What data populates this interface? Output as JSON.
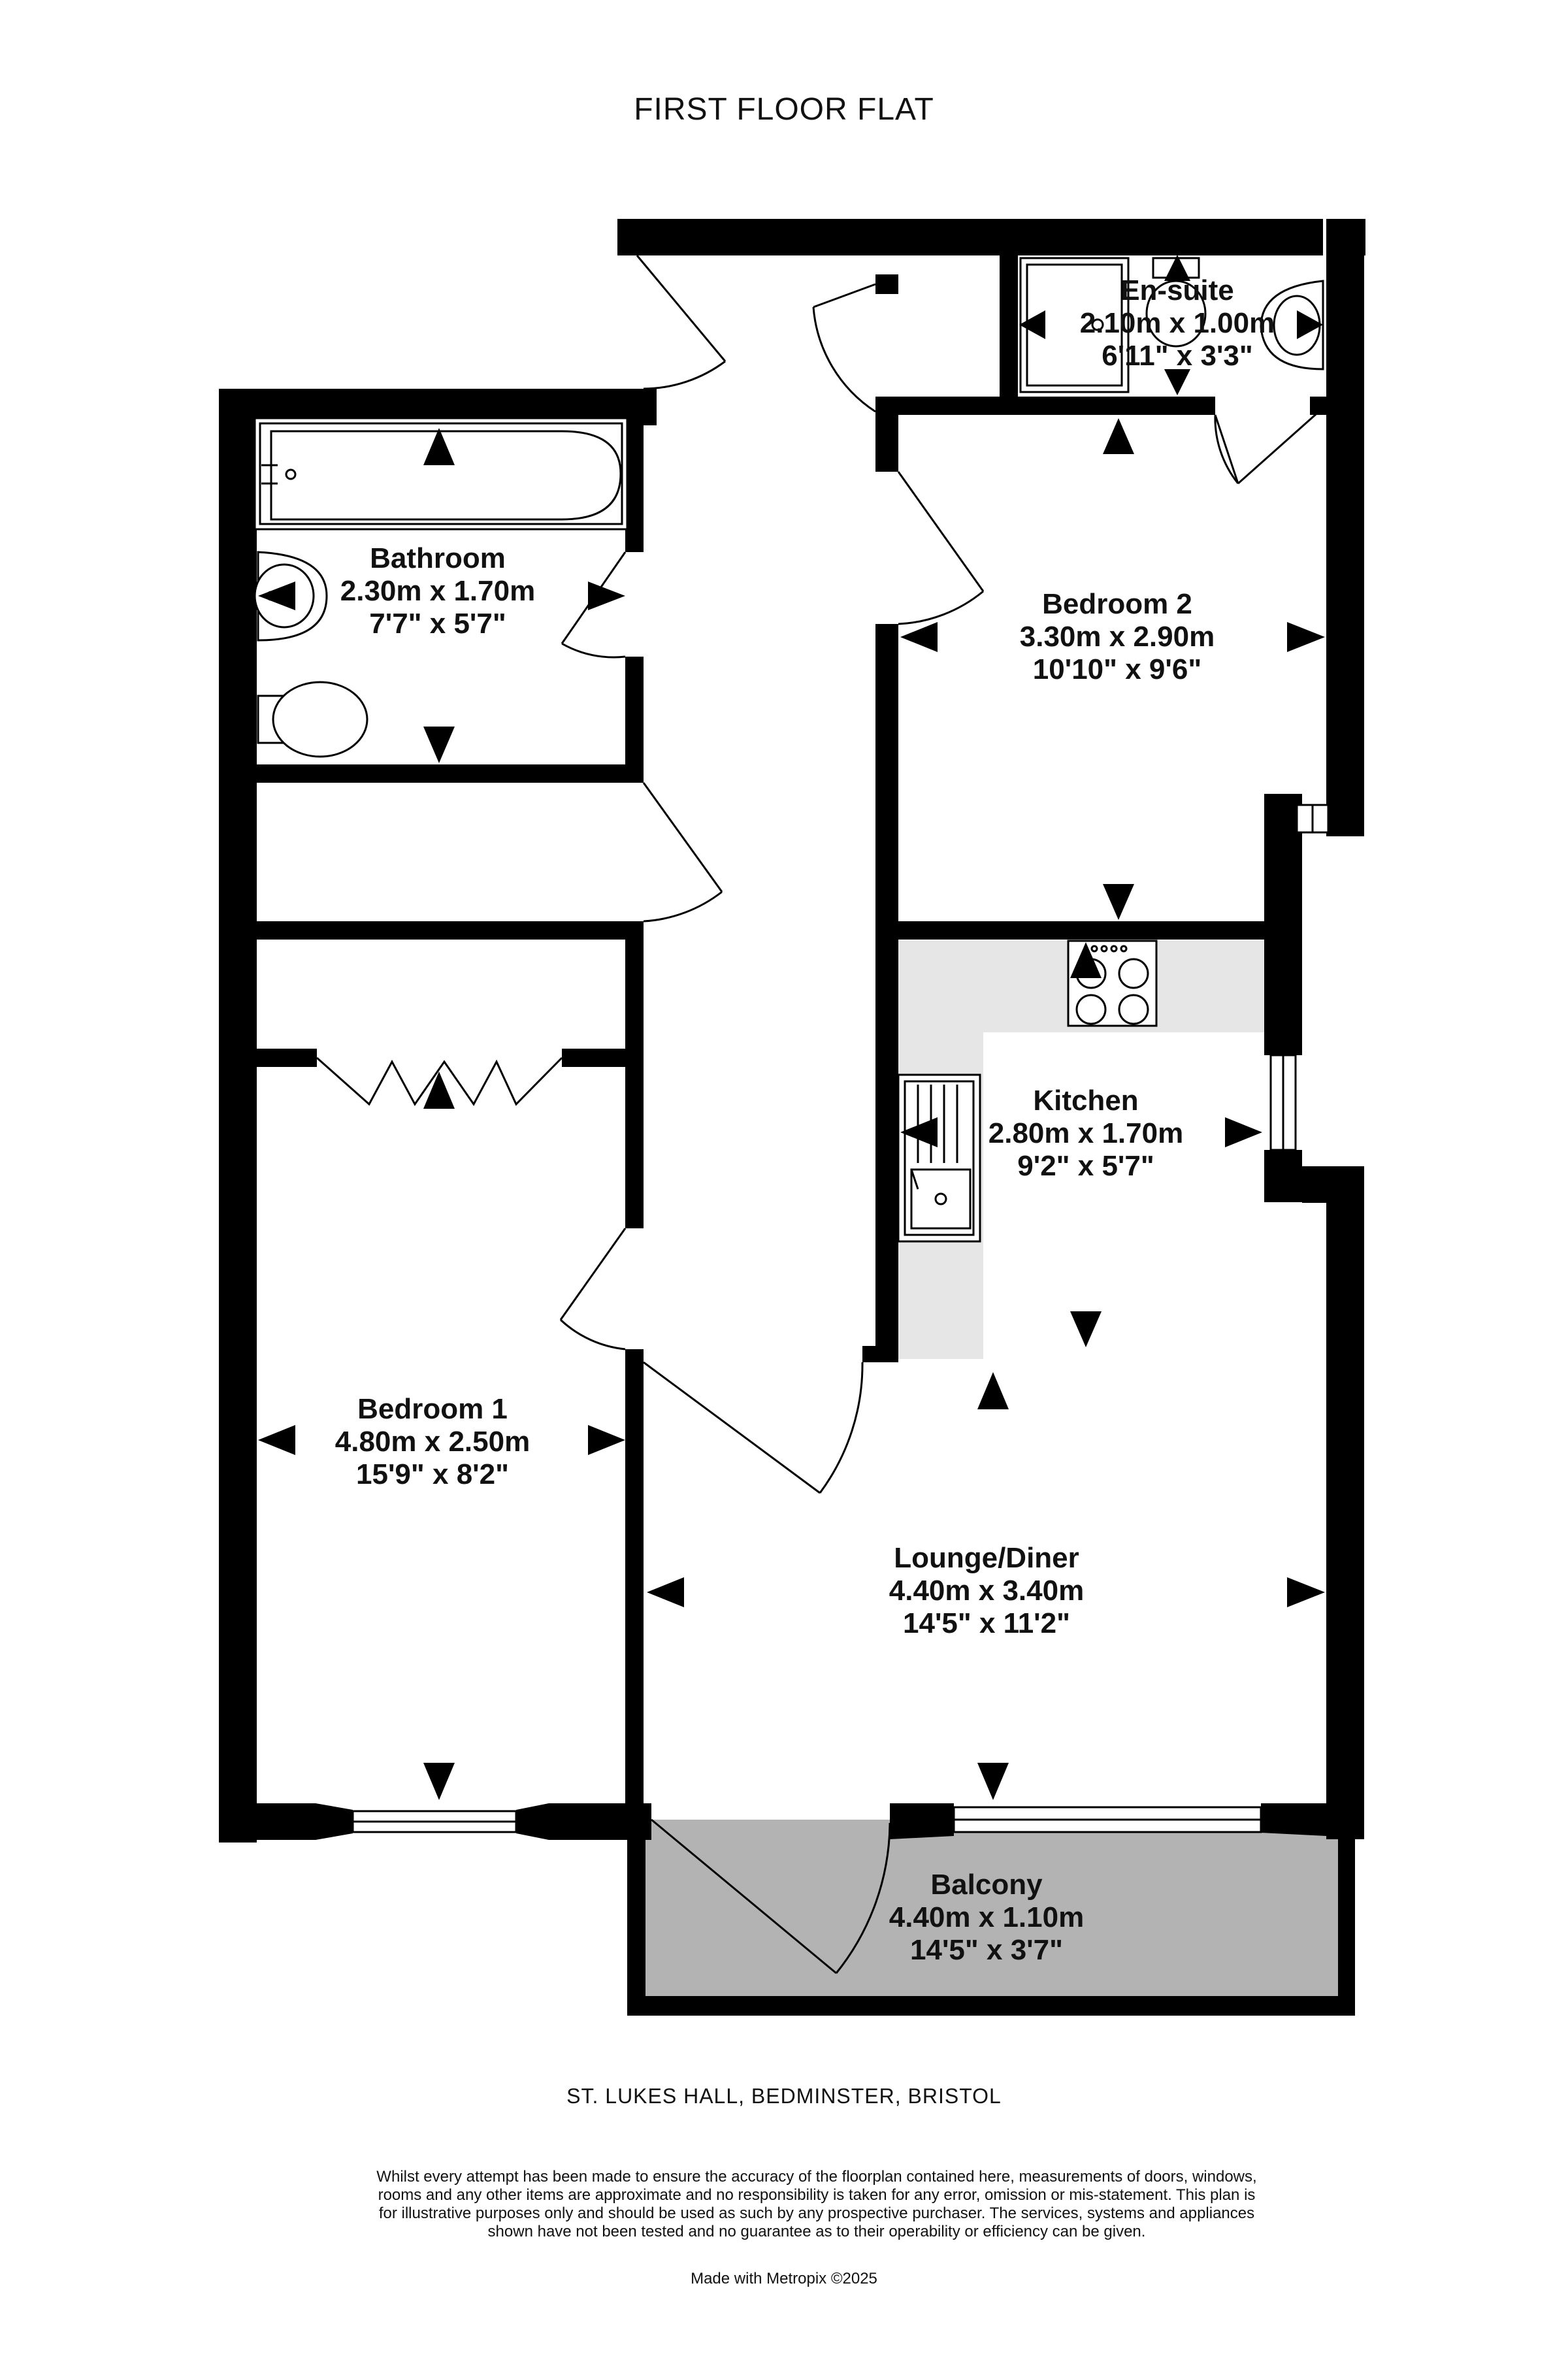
{
  "title": "FIRST FLOOR FLAT",
  "address": "ST. LUKES HALL, BEDMINSTER, BRISTOL",
  "disclaimer": "Whilst every attempt has been made to ensure the accuracy of the floorplan contained here, measurements of doors, windows, rooms and any other items are approximate and no responsibility is taken for any error, omission or mis-statement. This plan is for illustrative purposes only and should be used as such by any prospective purchaser. The services, systems and appliances shown have not been tested and no guarantee as to their operability or efficiency can be given.",
  "credit": "Made with Metropix ©2025",
  "colors": {
    "wall": "#000000",
    "kitchen_floor": "#e6e6e6",
    "balcony_floor": "#b3b3b3",
    "background": "#ffffff"
  },
  "rooms": {
    "ensuite": {
      "name": "En-suite",
      "metric": "2.10m  x 1.00m",
      "imperial": "6'11\"  x 3'3\""
    },
    "bathroom": {
      "name": "Bathroom",
      "metric": "2.30m  x 1.70m",
      "imperial": "7'7\"  x 5'7\""
    },
    "bedroom2": {
      "name": "Bedroom 2",
      "metric": "3.30m  x 2.90m",
      "imperial": "10'10\"  x 9'6\""
    },
    "kitchen": {
      "name": "Kitchen",
      "metric": "2.80m  x 1.70m",
      "imperial": "9'2\"  x 5'7\""
    },
    "bedroom1": {
      "name": "Bedroom 1",
      "metric": "4.80m  x 2.50m",
      "imperial": "15'9\"  x 8'2\""
    },
    "lounge": {
      "name": "Lounge/Diner",
      "metric": "4.40m  x 3.40m",
      "imperial": "14'5\"  x 11'2\""
    },
    "balcony": {
      "name": "Balcony",
      "metric": "4.40m  x 1.10m",
      "imperial": "14'5\"  x 3'7\""
    }
  },
  "fixtures": [
    "bath",
    "basin",
    "toilet",
    "shower",
    "hob",
    "sink",
    "wardrobe"
  ]
}
